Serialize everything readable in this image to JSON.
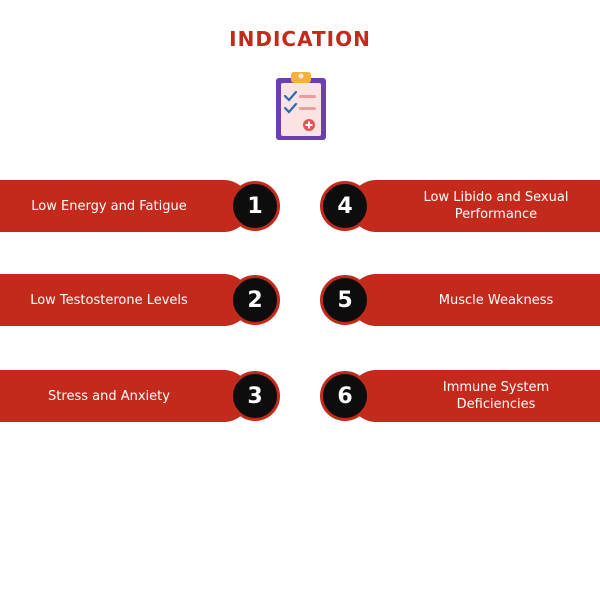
{
  "title": "INDICATION",
  "icon": "clipboard-checklist-icon",
  "colors": {
    "accent": "#c42a1c",
    "badge": "#0d0d0d",
    "text_on_accent": "#ffffff"
  },
  "indications": [
    {
      "number": "1",
      "label": "Low Energy and Fatigue"
    },
    {
      "number": "2",
      "label": "Low Testosterone Levels"
    },
    {
      "number": "3",
      "label": "Stress and Anxiety"
    },
    {
      "number": "4",
      "label": "Low Libido and Sexual Performance"
    },
    {
      "number": "5",
      "label": "Muscle Weakness"
    },
    {
      "number": "6",
      "label": "Immune System Deficiencies"
    }
  ]
}
